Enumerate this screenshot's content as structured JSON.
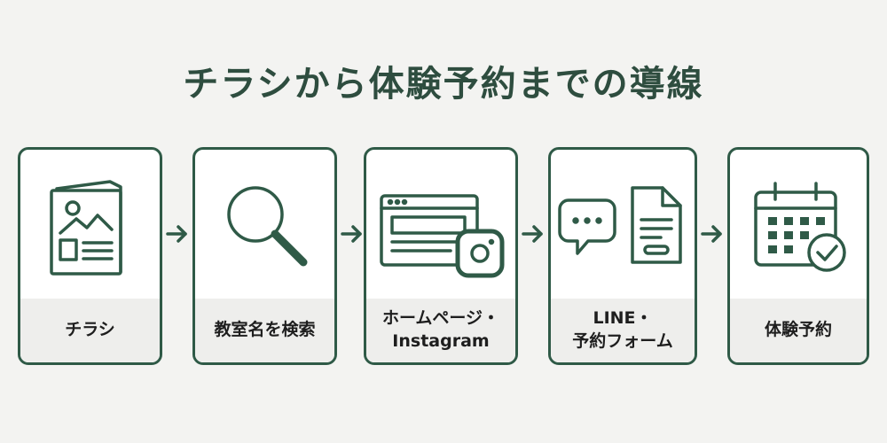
{
  "title": "チラシから体験予約までの導線",
  "steps": [
    {
      "label": "チラシ",
      "icon": "flyer-icon"
    },
    {
      "label": "教室名を検索",
      "icon": "search-icon"
    },
    {
      "label_line1": "ホームページ・",
      "label_line2": "Instagram",
      "icon": "website-instagram-icon"
    },
    {
      "label_line1": "LINE・",
      "label_line2": "予約フォーム",
      "icon": "chat-form-icon"
    },
    {
      "label": "体験予約",
      "icon": "calendar-check-icon"
    }
  ],
  "colors": {
    "accent": "#2f5a47",
    "title": "#2e4d3f",
    "label_bg": "#eeeeec",
    "background": "#f3f3f1"
  }
}
